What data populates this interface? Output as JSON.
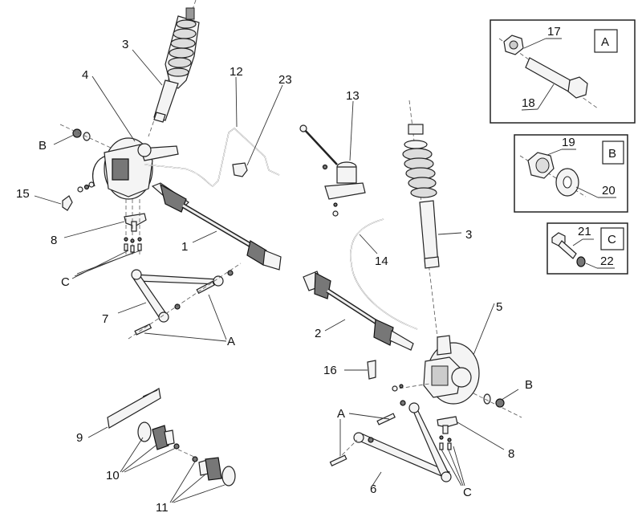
{
  "diagram": {
    "type": "exploded-parts-view",
    "subject": "Front suspension assembly",
    "callouts": {
      "c1": "1",
      "c2": "2",
      "c3a": "3",
      "c3b": "3",
      "c4": "4",
      "c5": "5",
      "c6": "6",
      "c7": "7",
      "c8a": "8",
      "c8b": "8",
      "c9": "9",
      "c10": "10",
      "c11": "11",
      "c12": "12",
      "c13": "13",
      "c14": "14",
      "c15": "15",
      "c16": "16",
      "c23": "23",
      "cA1": "A",
      "cA2": "A",
      "cB1": "B",
      "cB2": "B",
      "cC1": "C",
      "cC2": "C"
    },
    "detail_panels": [
      {
        "tag": "A",
        "parts": [
          "17",
          "18"
        ],
        "description": "nut and bolt"
      },
      {
        "tag": "B",
        "parts": [
          "19",
          "20"
        ],
        "description": "nut and washer"
      },
      {
        "tag": "C",
        "parts": [
          "21",
          "22"
        ],
        "description": "bolt and washer"
      }
    ]
  }
}
